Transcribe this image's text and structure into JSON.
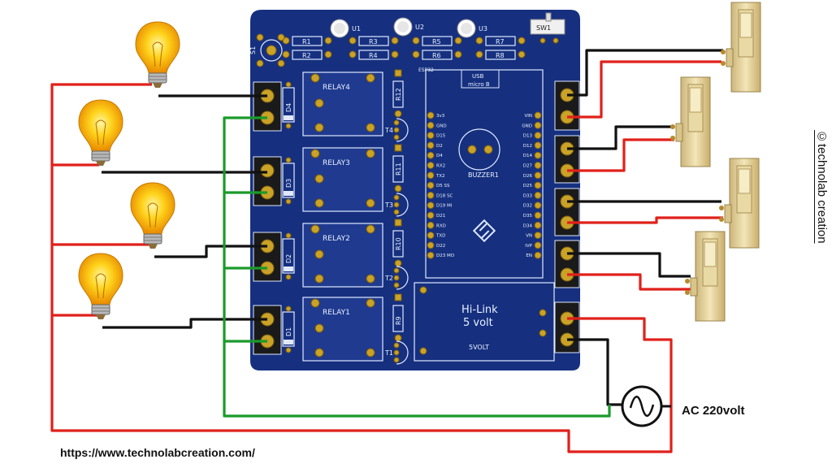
{
  "board": {
    "relays": [
      "RELAY4",
      "RELAY3",
      "RELAY2",
      "RELAY1"
    ],
    "diodes": [
      "D4",
      "D3",
      "D2",
      "D1"
    ],
    "transistors": [
      "T4",
      "T3",
      "T2",
      "T1"
    ],
    "base_resistors": [
      "R12",
      "R11",
      "R10",
      "R9"
    ],
    "top_resistors": [
      "R1",
      "R2",
      "R3",
      "R4",
      "R5",
      "R6",
      "R7",
      "R8"
    ],
    "ics": [
      "U1",
      "U2",
      "U3"
    ],
    "switch": "SW1",
    "s1": "S1",
    "esp_title": "ESP32",
    "usb_label": "USB",
    "usb_sub": "micro B",
    "buzzer": "BUZZER1",
    "esp_left_pins": [
      "3v3",
      "GND",
      "D15",
      "D2",
      "D4",
      "RX2",
      "TX2",
      "D5 SS",
      "D18 SC",
      "D19 MI",
      "D21",
      "RXD",
      "TXD",
      "D22",
      "D23 MO"
    ],
    "esp_right_pins": [
      "VIN",
      "GND",
      "D13",
      "D12",
      "D14",
      "D27",
      "D26",
      "D25",
      "D33",
      "D32",
      "D35",
      "D34",
      "VN",
      "IVP",
      "EN"
    ],
    "hilink_title": "Hi-Link",
    "hilink_sub": "5 volt",
    "hilink_foot": "5VOLT"
  },
  "ac_label": "AC 220volt",
  "footer_url": "https://www.technolabcreation.com/",
  "copyright": "©technolab creation",
  "colors": {
    "pcb": "#16307f",
    "pad": "#c9a227",
    "live_wire": "#e0201a",
    "neutral_wire": "#111111",
    "green_wire": "#1a9a2a"
  }
}
